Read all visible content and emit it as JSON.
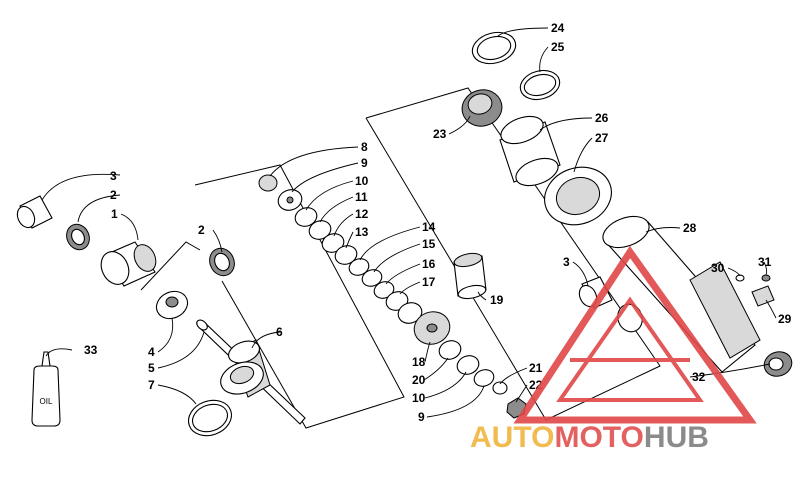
{
  "callouts": [
    {
      "id": "c3a",
      "text": "3"
    },
    {
      "id": "c2a",
      "text": "2"
    },
    {
      "id": "c1",
      "text": "1"
    },
    {
      "id": "c2b",
      "text": "2"
    },
    {
      "id": "c4",
      "text": "4"
    },
    {
      "id": "c5",
      "text": "5"
    },
    {
      "id": "c6",
      "text": "6"
    },
    {
      "id": "c7",
      "text": "7"
    },
    {
      "id": "c8",
      "text": "8"
    },
    {
      "id": "c9a",
      "text": "9"
    },
    {
      "id": "c10a",
      "text": "10"
    },
    {
      "id": "c11",
      "text": "11"
    },
    {
      "id": "c12",
      "text": "12"
    },
    {
      "id": "c13",
      "text": "13"
    },
    {
      "id": "c14",
      "text": "14"
    },
    {
      "id": "c15",
      "text": "15"
    },
    {
      "id": "c16",
      "text": "16"
    },
    {
      "id": "c17",
      "text": "17"
    },
    {
      "id": "c18",
      "text": "18"
    },
    {
      "id": "c19",
      "text": "19"
    },
    {
      "id": "c20",
      "text": "20"
    },
    {
      "id": "c10b",
      "text": "10"
    },
    {
      "id": "c9b",
      "text": "9"
    },
    {
      "id": "c21",
      "text": "21"
    },
    {
      "id": "c22",
      "text": "22"
    },
    {
      "id": "c23",
      "text": "23"
    },
    {
      "id": "c24",
      "text": "24"
    },
    {
      "id": "c25",
      "text": "25"
    },
    {
      "id": "c26",
      "text": "26"
    },
    {
      "id": "c27",
      "text": "27"
    },
    {
      "id": "c28",
      "text": "28"
    },
    {
      "id": "c3b",
      "text": "3"
    },
    {
      "id": "c29",
      "text": "29"
    },
    {
      "id": "c30",
      "text": "30"
    },
    {
      "id": "c31",
      "text": "31"
    },
    {
      "id": "c32",
      "text": "32"
    },
    {
      "id": "c33",
      "text": "33"
    }
  ],
  "oil_bottle_label": "OIL",
  "watermark": {
    "auto": "AUTO",
    "moto": "MOTO",
    "hub": "HUB",
    "colors": {
      "auto": "#f0b43c",
      "moto": "#e05050",
      "hub": "#7f7f7f",
      "triangle": "#e04848"
    }
  }
}
